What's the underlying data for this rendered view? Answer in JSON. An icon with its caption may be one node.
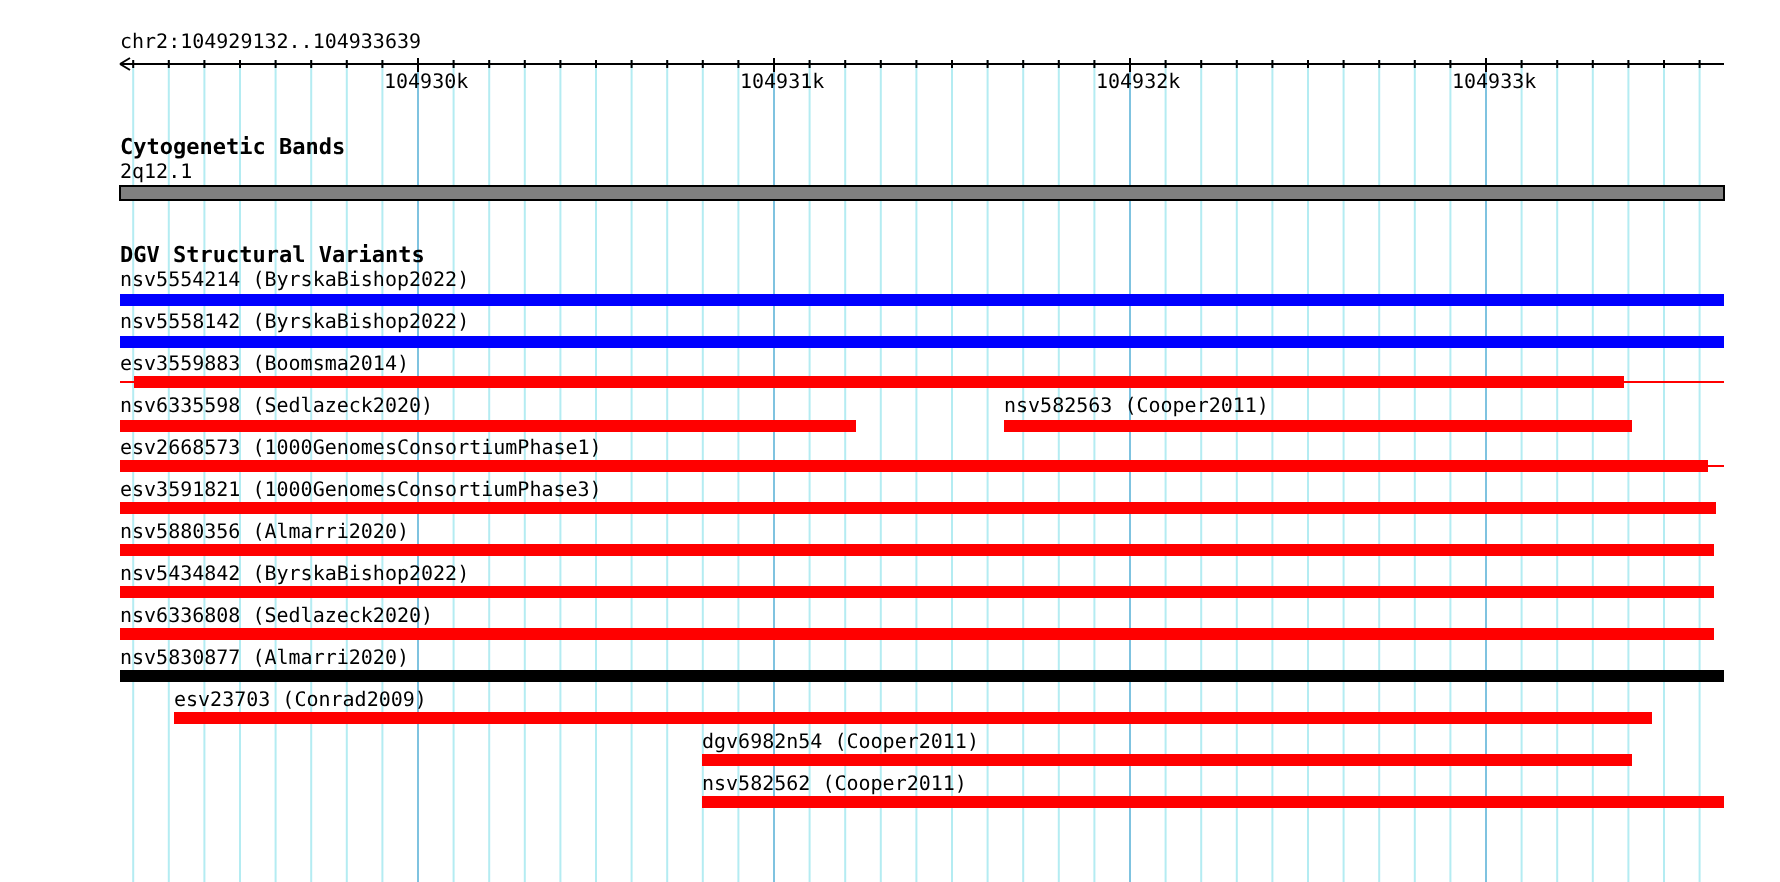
{
  "diagram": {
    "labels": [
      "chr2:104929132..104933639",
      "104930k",
      "104931k",
      "104932k",
      "104933k",
      "Cytogenetic Bands",
      "2q12.1",
      "DGV Structural Variants",
      "nsv5554214 (ByrskaBishop2022)",
      "nsv5558142 (ByrskaBishop2022)",
      "esv3559883 (Boomsma2014)",
      "nsv6335598 (Sedlazeck2020)",
      "nsv582563 (Cooper2011)",
      "esv2668573 (1000GenomesConsortiumPhase1)",
      "esv3591821 (1000GenomesConsortiumPhase3)",
      "nsv5880356 (Almarri2020)",
      "nsv5434842 (ByrskaBishop2022)",
      "nsv6336808 (Sedlazeck2020)",
      "nsv5830877 (Almarri2020)",
      "esv23703 (Conrad2009)",
      "dgv6982n54 (Cooper2011)",
      "nsv582562 (Cooper2011)"
    ]
  }
}
